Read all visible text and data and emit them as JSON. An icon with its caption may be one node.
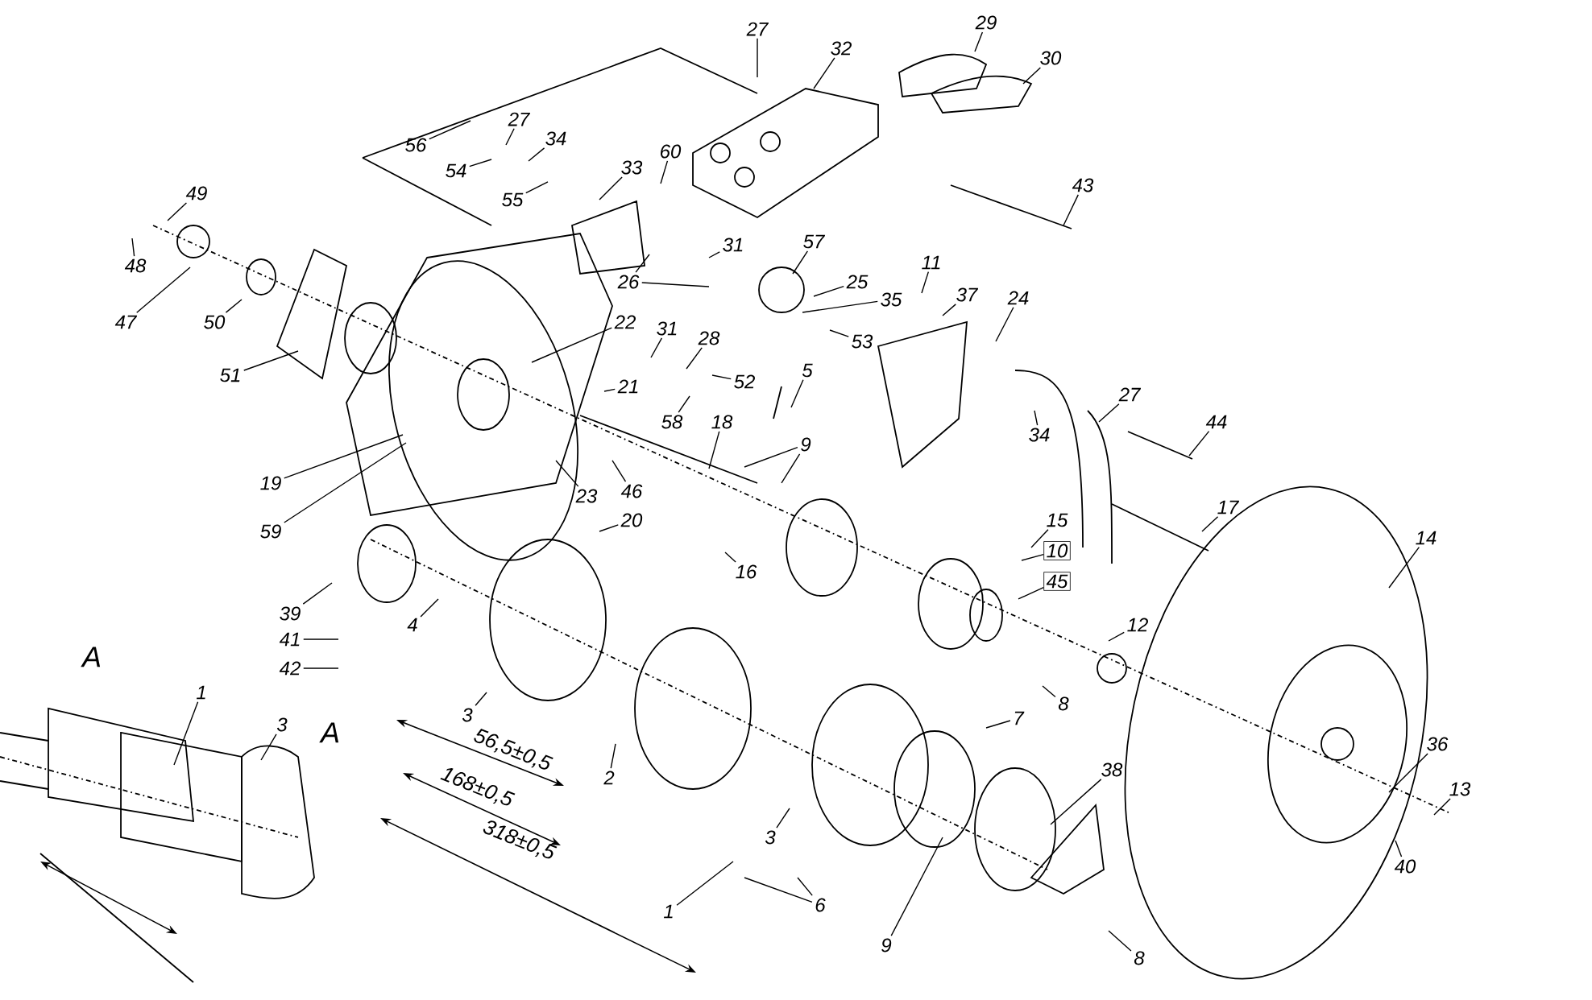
{
  "diagram": {
    "nodes": [
      {
        "text": [
          "27"
        ]
      },
      {
        "text": [
          "32"
        ]
      },
      {
        "text": [
          "29"
        ]
      },
      {
        "text": [
          "30"
        ]
      },
      {
        "text": [
          "56"
        ]
      },
      {
        "text": [
          "27"
        ]
      },
      {
        "text": [
          "54"
        ]
      },
      {
        "text": [
          "34"
        ]
      },
      {
        "text": [
          "55"
        ]
      },
      {
        "text": [
          "33"
        ]
      },
      {
        "text": [
          "60"
        ]
      },
      {
        "text": [
          "49"
        ]
      },
      {
        "text": [
          "48"
        ]
      },
      {
        "text": [
          "47"
        ]
      },
      {
        "text": [
          "50"
        ]
      },
      {
        "text": [
          "51"
        ]
      },
      {
        "text": [
          "26"
        ]
      },
      {
        "text": [
          "31"
        ]
      },
      {
        "text": [
          "57"
        ]
      },
      {
        "text": [
          "25"
        ]
      },
      {
        "text": [
          "35"
        ]
      },
      {
        "text": [
          "11"
        ]
      },
      {
        "text": [
          "37"
        ]
      },
      {
        "text": [
          "24"
        ]
      },
      {
        "text": [
          "53"
        ]
      },
      {
        "text": [
          "22"
        ]
      },
      {
        "text": [
          "31"
        ]
      },
      {
        "text": [
          "28"
        ]
      },
      {
        "text": [
          "52"
        ]
      },
      {
        "text": [
          "21"
        ]
      },
      {
        "text": [
          "58"
        ]
      },
      {
        "text": [
          "18"
        ]
      },
      {
        "text": [
          "5"
        ]
      },
      {
        "text": [
          "43"
        ]
      },
      {
        "text": [
          "44"
        ]
      },
      {
        "text": [
          "34"
        ]
      },
      {
        "text": [
          "27"
        ]
      },
      {
        "text": [
          "9"
        ]
      },
      {
        "text": [
          "19"
        ]
      },
      {
        "text": [
          "59"
        ]
      },
      {
        "text": [
          "23"
        ]
      },
      {
        "text": [
          "46"
        ]
      },
      {
        "text": [
          "20"
        ]
      },
      {
        "text": [
          "16"
        ]
      },
      {
        "text": [
          "15"
        ]
      },
      {
        "text": [
          "10"
        ]
      },
      {
        "text": [
          "45"
        ]
      },
      {
        "text": [
          "17"
        ]
      },
      {
        "text": [
          "14"
        ]
      },
      {
        "text": [
          "12"
        ]
      },
      {
        "text": [
          "8"
        ]
      },
      {
        "text": [
          "7"
        ]
      },
      {
        "text": [
          "39"
        ]
      },
      {
        "text": [
          "41"
        ]
      },
      {
        "text": [
          "42"
        ]
      },
      {
        "text": [
          "4"
        ]
      },
      {
        "text": [
          "3"
        ]
      },
      {
        "text": [
          "2"
        ]
      },
      {
        "text": [
          "3"
        ]
      },
      {
        "text": [
          "1"
        ]
      },
      {
        "text": [
          "6"
        ]
      },
      {
        "text": [
          "9"
        ]
      },
      {
        "text": [
          "38"
        ]
      },
      {
        "text": [
          "8"
        ]
      },
      {
        "text": [
          "36"
        ]
      },
      {
        "text": [
          "13"
        ]
      },
      {
        "text": [
          "40"
        ]
      },
      {
        "text": [
          "1"
        ]
      },
      {
        "text": [
          "3"
        ]
      }
    ],
    "edges": [
      {
        "from": 0,
        "to": null,
        "arrow": "none"
      },
      {
        "from": 1,
        "to": null,
        "arrow": "none"
      },
      {
        "from": 2,
        "to": null,
        "arrow": "none"
      },
      {
        "from": 3,
        "to": null,
        "arrow": "none"
      },
      {
        "from": 4,
        "to": null,
        "arrow": "none"
      },
      {
        "from": 5,
        "to": null,
        "arrow": "none"
      },
      {
        "from": 6,
        "to": null,
        "arrow": "none"
      },
      {
        "from": 7,
        "to": null,
        "arrow": "none"
      },
      {
        "from": 8,
        "to": null,
        "arrow": "none"
      },
      {
        "from": 9,
        "to": null,
        "arrow": "none"
      },
      {
        "from": 10,
        "to": null,
        "arrow": "none"
      },
      {
        "from": 11,
        "to": null,
        "arrow": "none"
      },
      {
        "from": 12,
        "to": null,
        "arrow": "none"
      },
      {
        "from": 13,
        "to": null,
        "arrow": "none"
      },
      {
        "from": 14,
        "to": null,
        "arrow": "none"
      },
      {
        "from": 15,
        "to": null,
        "arrow": "none"
      },
      {
        "from": 16,
        "to": null,
        "arrow": "none"
      },
      {
        "from": 17,
        "to": null,
        "arrow": "none"
      },
      {
        "from": 18,
        "to": null,
        "arrow": "none"
      },
      {
        "from": 19,
        "to": null,
        "arrow": "none"
      },
      {
        "from": 20,
        "to": null,
        "arrow": "none"
      },
      {
        "from": 21,
        "to": null,
        "arrow": "none"
      },
      {
        "from": 22,
        "to": null,
        "arrow": "none"
      },
      {
        "from": 23,
        "to": null,
        "arrow": "none"
      },
      {
        "from": 24,
        "to": null,
        "arrow": "none"
      },
      {
        "from": 25,
        "to": null,
        "arrow": "none"
      },
      {
        "from": 26,
        "to": null,
        "arrow": "none"
      },
      {
        "from": 27,
        "to": null,
        "arrow": "none"
      },
      {
        "from": 28,
        "to": null,
        "arrow": "none"
      },
      {
        "from": 29,
        "to": null,
        "arrow": "none"
      },
      {
        "from": 30,
        "to": null,
        "arrow": "none"
      },
      {
        "from": 31,
        "to": null,
        "arrow": "none"
      },
      {
        "from": 32,
        "to": null,
        "arrow": "none"
      },
      {
        "from": 33,
        "to": null,
        "arrow": "none"
      },
      {
        "from": 34,
        "to": null,
        "arrow": "none"
      },
      {
        "from": 35,
        "to": null,
        "arrow": "none"
      },
      {
        "from": 36,
        "to": null,
        "arrow": "none"
      },
      {
        "from": 37,
        "to": null,
        "arrow": "none"
      },
      {
        "from": 38,
        "to": null,
        "arrow": "none"
      },
      {
        "from": 39,
        "to": null,
        "arrow": "none"
      },
      {
        "from": 40,
        "to": null,
        "arrow": "none"
      },
      {
        "from": 41,
        "to": null,
        "arrow": "none"
      },
      {
        "from": 42,
        "to": null,
        "arrow": "none"
      },
      {
        "from": 43,
        "to": null,
        "arrow": "none"
      },
      {
        "from": 44,
        "to": null,
        "arrow": "none"
      },
      {
        "from": 45,
        "to": null,
        "arrow": "none"
      },
      {
        "from": 46,
        "to": null,
        "arrow": "none"
      },
      {
        "from": 47,
        "to": null,
        "arrow": "none"
      },
      {
        "from": 48,
        "to": null,
        "arrow": "none"
      },
      {
        "from": 49,
        "to": null,
        "arrow": "none"
      },
      {
        "from": 50,
        "to": null,
        "arrow": "none"
      },
      {
        "from": 51,
        "to": null,
        "arrow": "none"
      },
      {
        "from": 52,
        "to": null,
        "arrow": "none"
      },
      {
        "from": 53,
        "to": null,
        "arrow": "none"
      },
      {
        "from": 54,
        "to": null,
        "arrow": "none"
      },
      {
        "from": 55,
        "to": null,
        "arrow": "none"
      },
      {
        "from": 56,
        "to": null,
        "arrow": "none"
      },
      {
        "from": 57,
        "to": null,
        "arrow": "none"
      },
      {
        "from": 58,
        "to": null,
        "arrow": "none"
      },
      {
        "from": 59,
        "to": null,
        "arrow": "none"
      },
      {
        "from": 60,
        "to": null,
        "arrow": "none"
      },
      {
        "from": 61,
        "to": null,
        "arrow": "none"
      },
      {
        "from": 62,
        "to": null,
        "arrow": "none"
      },
      {
        "from": 63,
        "to": null,
        "arrow": "none"
      },
      {
        "from": 64,
        "to": null,
        "arrow": "none"
      },
      {
        "from": 65,
        "to": null,
        "arrow": "none"
      },
      {
        "from": 66,
        "to": null,
        "arrow": "none"
      },
      {
        "from": 67,
        "to": null,
        "arrow": "none"
      },
      {
        "from": 68,
        "to": null,
        "arrow": "none"
      },
      {
        "from": 16,
        "to": null,
        "arrow": "none"
      },
      {
        "from": 37,
        "to": null,
        "arrow": "none"
      },
      {
        "from": 60,
        "to": null,
        "arrow": "none"
      }
    ],
    "labels": [
      "A",
      "A",
      "56,5±0,5",
      "168±0,5",
      "318±0,5"
    ]
  }
}
